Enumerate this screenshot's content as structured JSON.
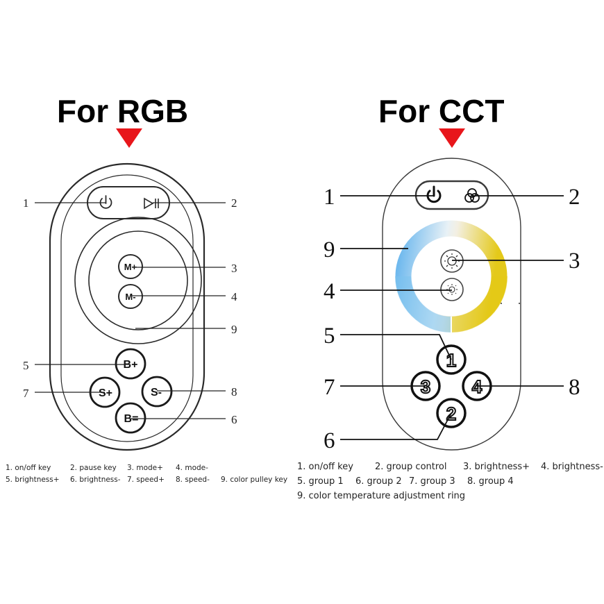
{
  "rgb": {
    "heading": "For RGB",
    "callouts": [
      "1",
      "2",
      "3",
      "4",
      "5",
      "6",
      "7",
      "8",
      "9"
    ],
    "buttons": {
      "mode_plus": "M+",
      "mode_minus": "M-",
      "brightness_plus": "B+",
      "brightness_minus": "B=",
      "speed_plus": "S+",
      "speed_minus": "S-"
    },
    "legend": [
      "1. on/off key",
      "2. pause key",
      "3. mode+",
      "4. mode-",
      "5. brightness+",
      "6. brightness-",
      "7. speed+",
      "8. speed-",
      "9. color pulley key"
    ]
  },
  "cct": {
    "heading": "For CCT",
    "callouts": [
      "1",
      "2",
      "3",
      "4",
      "5",
      "6",
      "7",
      "8",
      "9"
    ],
    "group_buttons": [
      "1",
      "2",
      "3",
      "4"
    ],
    "legend": [
      "1. on/off key",
      "2. group control",
      "3. brightness+",
      "4. brightness-",
      "5. group 1",
      "6. group 2",
      "7. group 3",
      "8. group 4",
      "9. color temperature adjustment ring"
    ]
  },
  "colors": {
    "arrow": "#e8161b",
    "ring_cool": "#7cc2ef",
    "ring_warm": "#e3c916",
    "outline": "#2a2a2a"
  },
  "icons": [
    "down-arrow-icon",
    "power-icon",
    "play-pause-icon",
    "group-control-icon",
    "sun-icon"
  ]
}
